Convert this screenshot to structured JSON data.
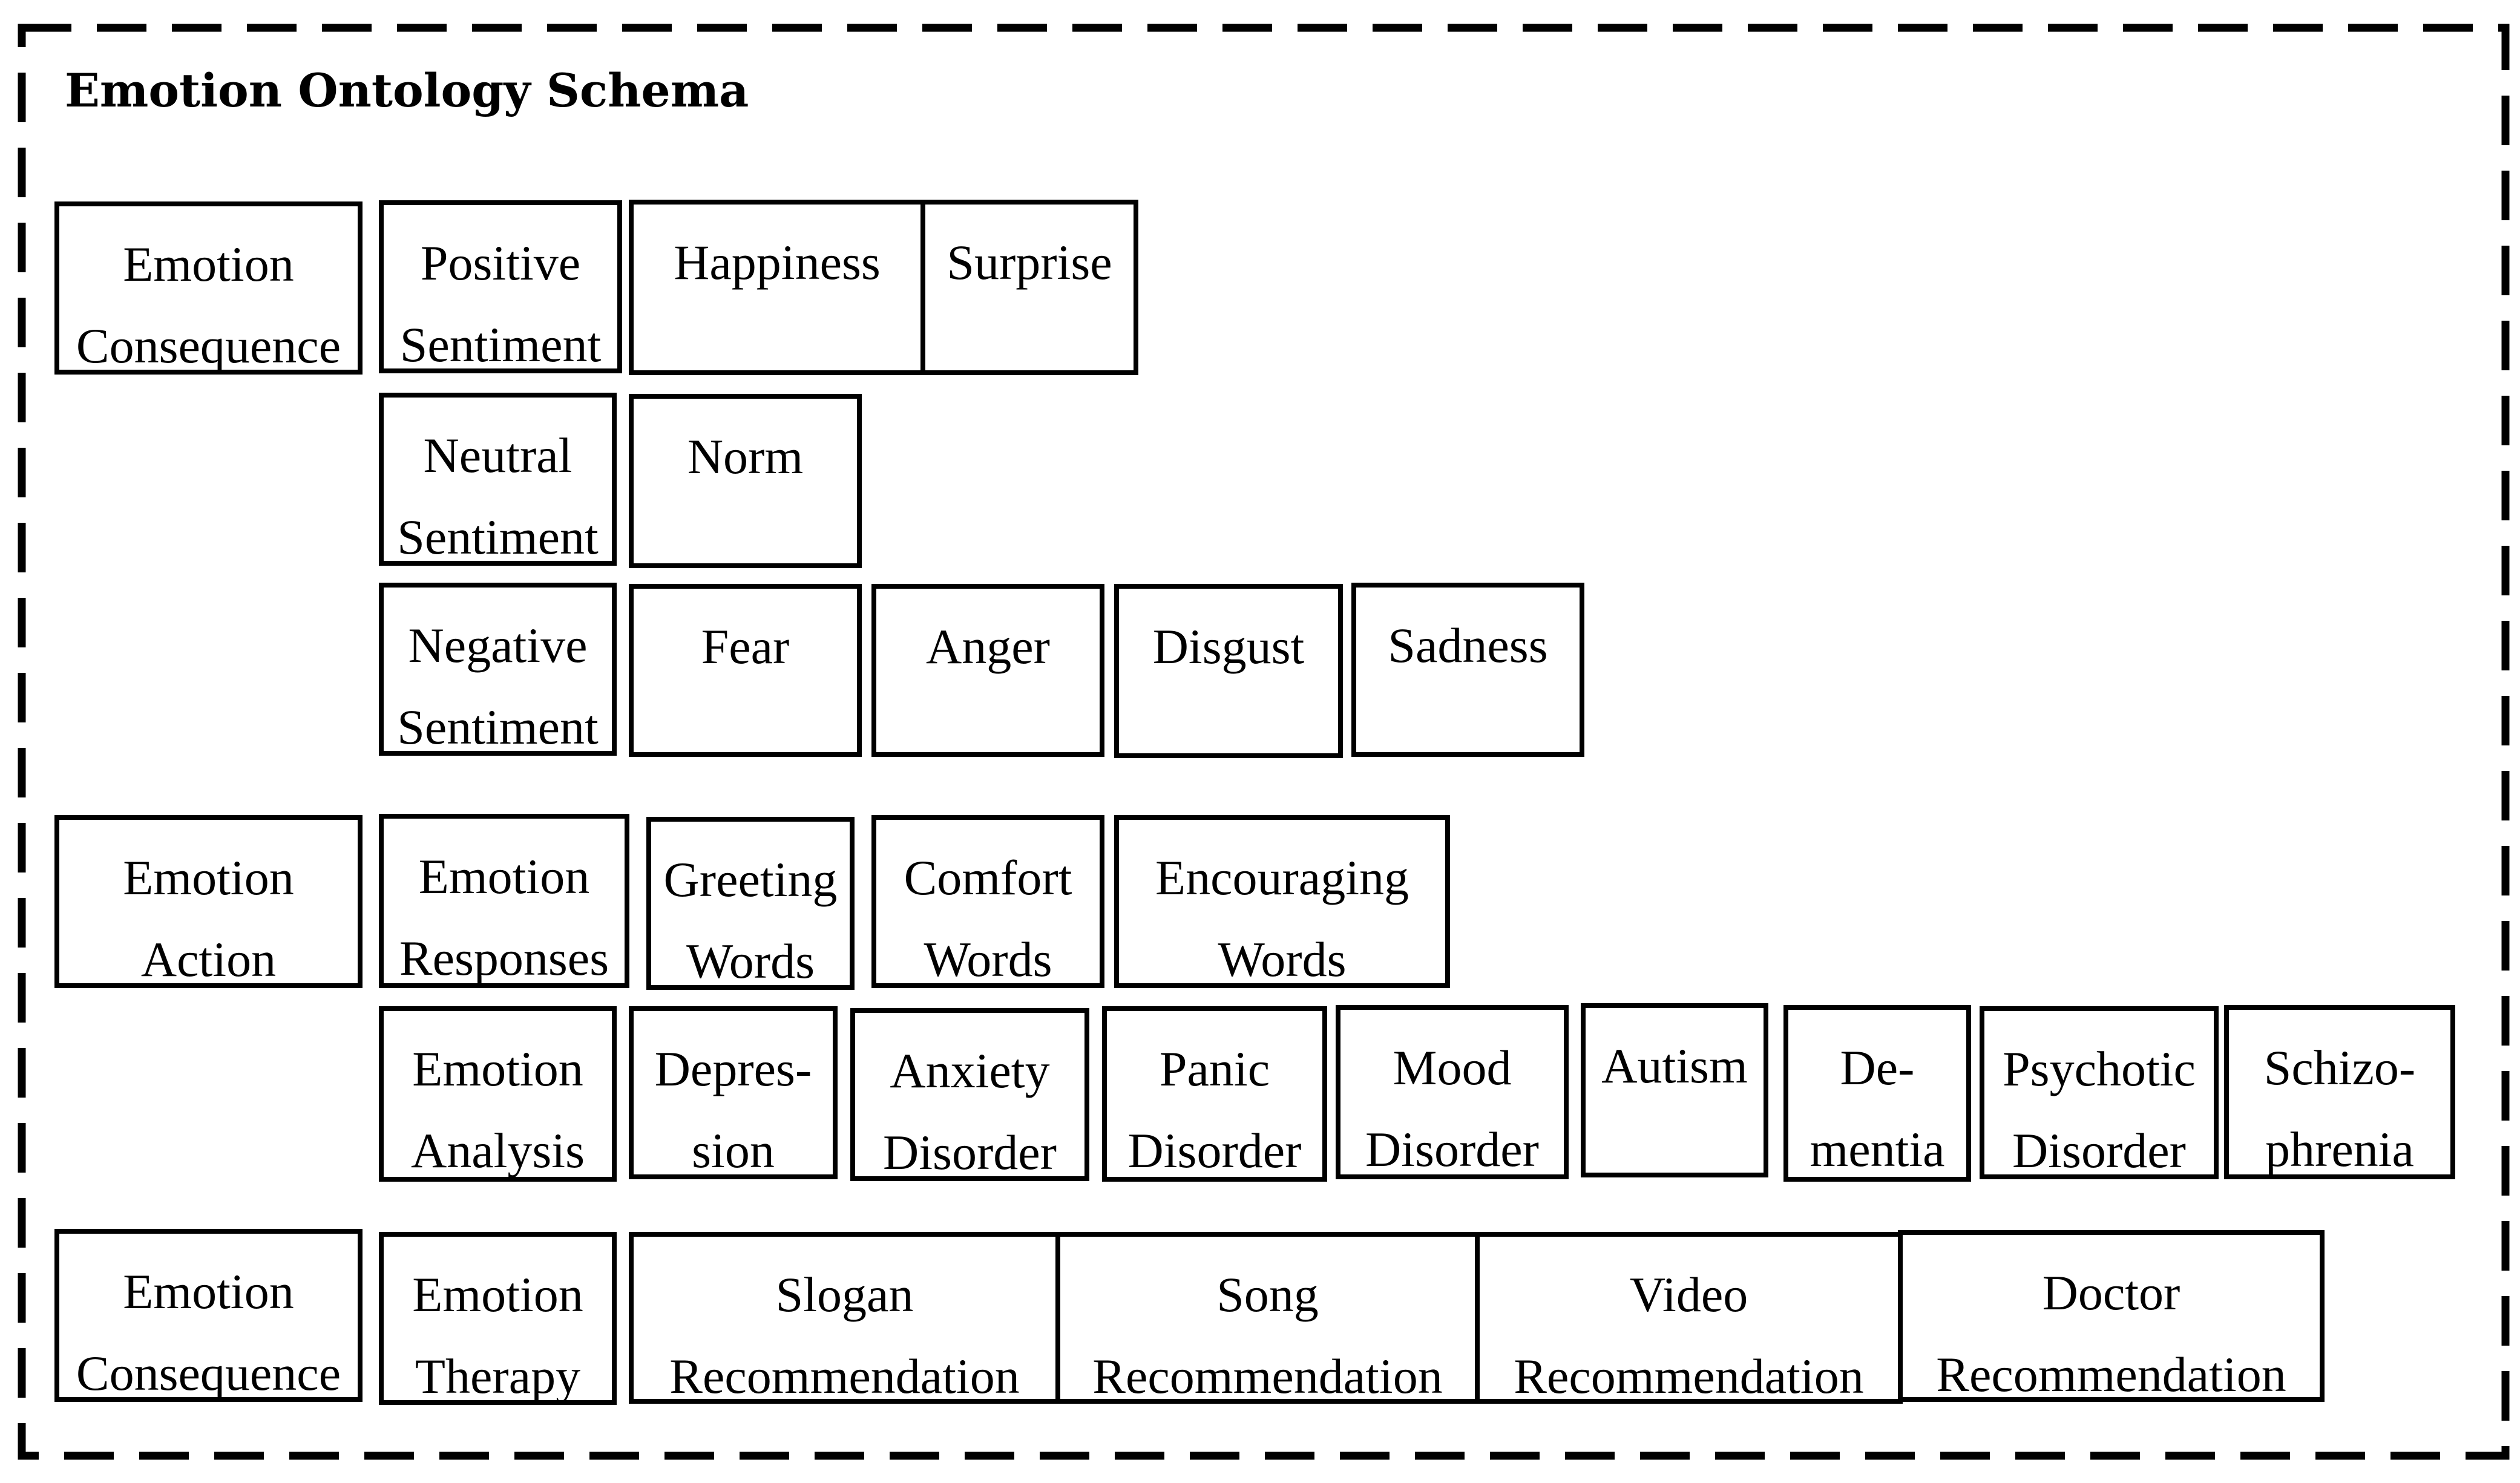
{
  "title": "Emotion Ontology Schema",
  "nodes": [
    {
      "id": "emotion-consequence-1",
      "label": "Emotion\nConsequence"
    },
    {
      "id": "positive-sentiment",
      "label": "Positive\nSentiment"
    },
    {
      "id": "happiness",
      "label": "Happiness"
    },
    {
      "id": "surprise",
      "label": "Surprise"
    },
    {
      "id": "neutral-sentiment",
      "label": "Neutral\nSentiment"
    },
    {
      "id": "norm",
      "label": "Norm"
    },
    {
      "id": "negative-sentiment",
      "label": "Negative\nSentiment"
    },
    {
      "id": "fear",
      "label": "Fear"
    },
    {
      "id": "anger",
      "label": "Anger"
    },
    {
      "id": "disgust",
      "label": "Disgust"
    },
    {
      "id": "sadness",
      "label": "Sadness"
    },
    {
      "id": "emotion-action",
      "label": "Emotion\nAction"
    },
    {
      "id": "emotion-responses",
      "label": "Emotion\nResponses"
    },
    {
      "id": "greeting-words",
      "label": "Greeting\nWords"
    },
    {
      "id": "comfort-words",
      "label": "Comfort\nWords"
    },
    {
      "id": "encouraging-words",
      "label": "Encouraging\nWords"
    },
    {
      "id": "emotion-analysis",
      "label": "Emotion\nAnalysis"
    },
    {
      "id": "depression",
      "label": "Depres-\nsion"
    },
    {
      "id": "anxiety-disorder",
      "label": "Anxiety\nDisorder"
    },
    {
      "id": "panic-disorder",
      "label": "Panic\nDisorder"
    },
    {
      "id": "mood-disorder",
      "label": "Mood\nDisorder"
    },
    {
      "id": "autism",
      "label": "Autism"
    },
    {
      "id": "dementia",
      "label": "De-\nmentia"
    },
    {
      "id": "psychotic-disorder",
      "label": "Psychotic\nDisorder"
    },
    {
      "id": "schizophrenia",
      "label": "Schizo-\nphrenia"
    },
    {
      "id": "emotion-consequence-2",
      "label": "Emotion\nConsequence"
    },
    {
      "id": "emotion-therapy",
      "label": "Emotion\nTherapy"
    },
    {
      "id": "slogan-recommendation",
      "label": "Slogan\nRecommendation"
    },
    {
      "id": "song-recommendation",
      "label": "Song\nRecommendation"
    },
    {
      "id": "video-recommendation",
      "label": "Video\nRecommendation"
    },
    {
      "id": "doctor-recommendation",
      "label": "Doctor\nRecommendation"
    }
  ]
}
